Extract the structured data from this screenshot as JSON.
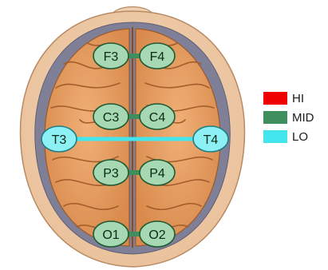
{
  "electrodes": [
    {
      "id": "F3",
      "label": "F3",
      "level": "MID"
    },
    {
      "id": "F4",
      "label": "F4",
      "level": "MID"
    },
    {
      "id": "C3",
      "label": "C3",
      "level": "MID"
    },
    {
      "id": "C4",
      "label": "C4",
      "level": "MID"
    },
    {
      "id": "T3",
      "label": "T3",
      "level": "LO"
    },
    {
      "id": "T4",
      "label": "T4",
      "level": "LO"
    },
    {
      "id": "P3",
      "label": "P3",
      "level": "MID"
    },
    {
      "id": "P4",
      "label": "P4",
      "level": "MID"
    },
    {
      "id": "O1",
      "label": "O1",
      "level": "MID"
    },
    {
      "id": "O2",
      "label": "O2",
      "level": "MID"
    }
  ],
  "connections": [
    {
      "from": "F3",
      "to": "F4",
      "level": "MID"
    },
    {
      "from": "C3",
      "to": "C4",
      "level": "MID"
    },
    {
      "from": "T3",
      "to": "T4",
      "level": "LO"
    },
    {
      "from": "P3",
      "to": "P4",
      "level": "MID"
    },
    {
      "from": "O1",
      "to": "O2",
      "level": "MID"
    }
  ],
  "legend": {
    "hi": {
      "label": "HI",
      "color": "#ee0000"
    },
    "mid": {
      "label": "MID",
      "color": "#3f8f5e"
    },
    "lo": {
      "label": "LO",
      "color": "#44e6ee"
    }
  }
}
